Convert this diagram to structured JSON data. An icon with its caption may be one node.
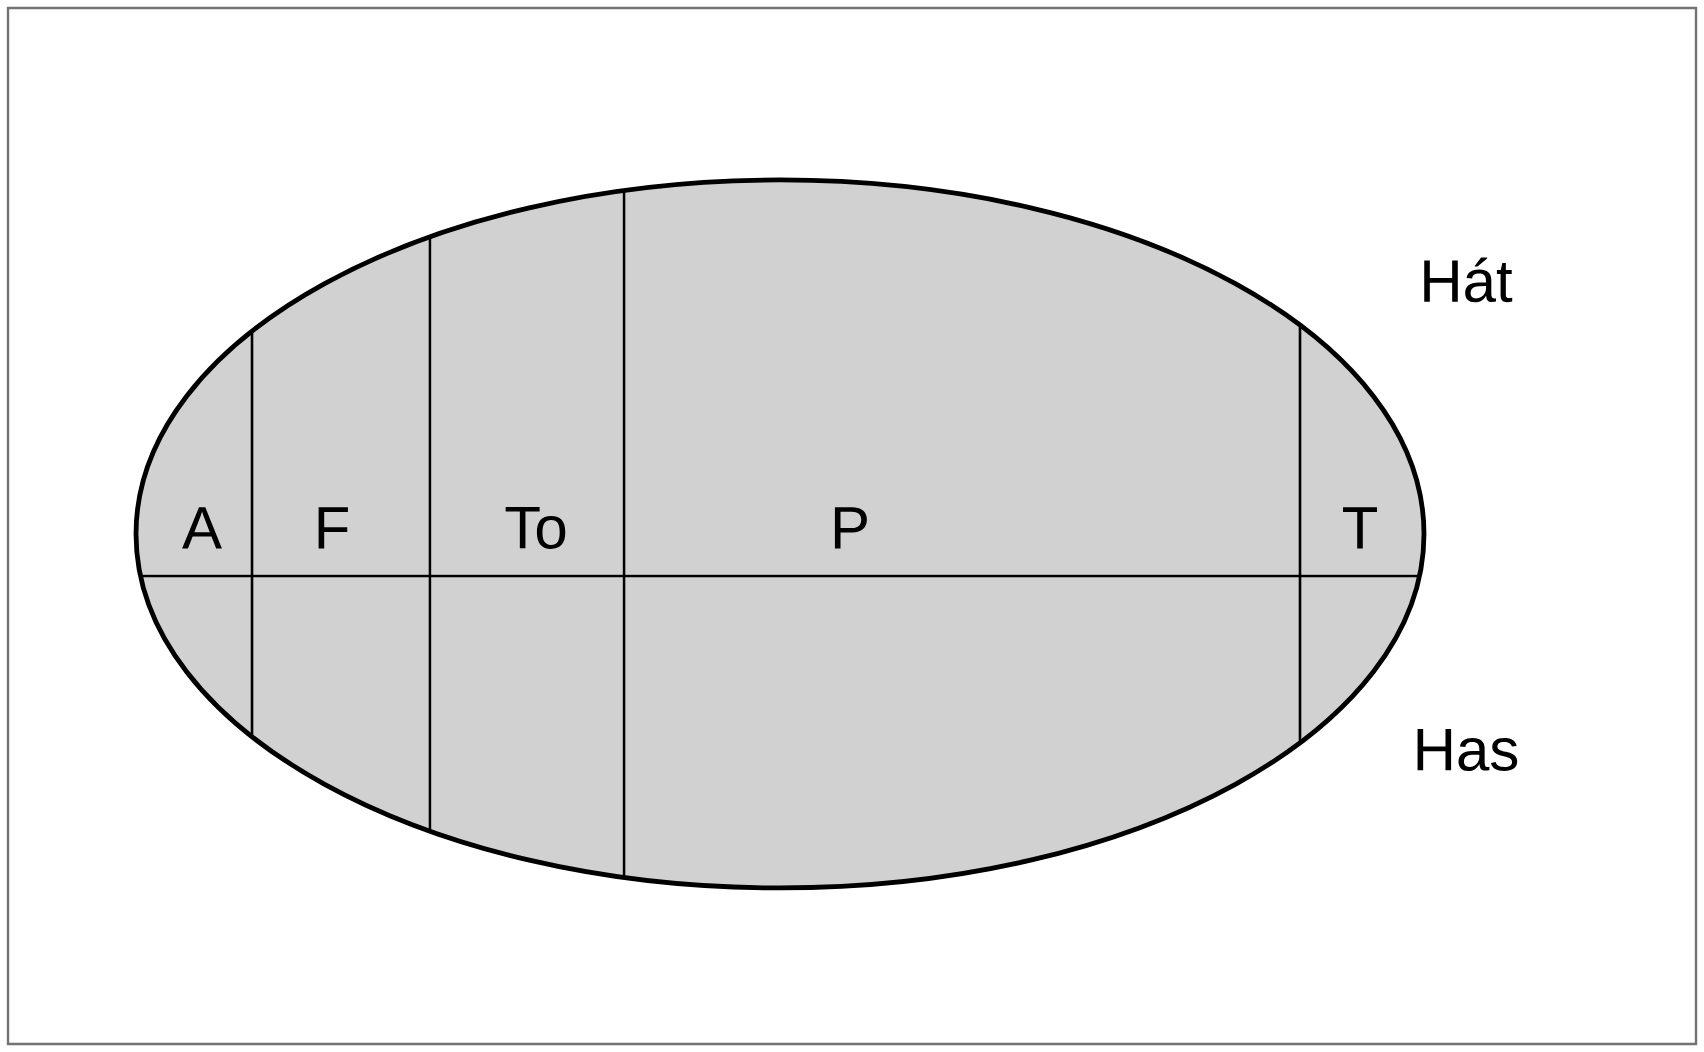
{
  "diagram": {
    "labels": [
      "Hát",
      "A",
      "F",
      "To",
      "P",
      "T",
      "Has"
    ]
  }
}
